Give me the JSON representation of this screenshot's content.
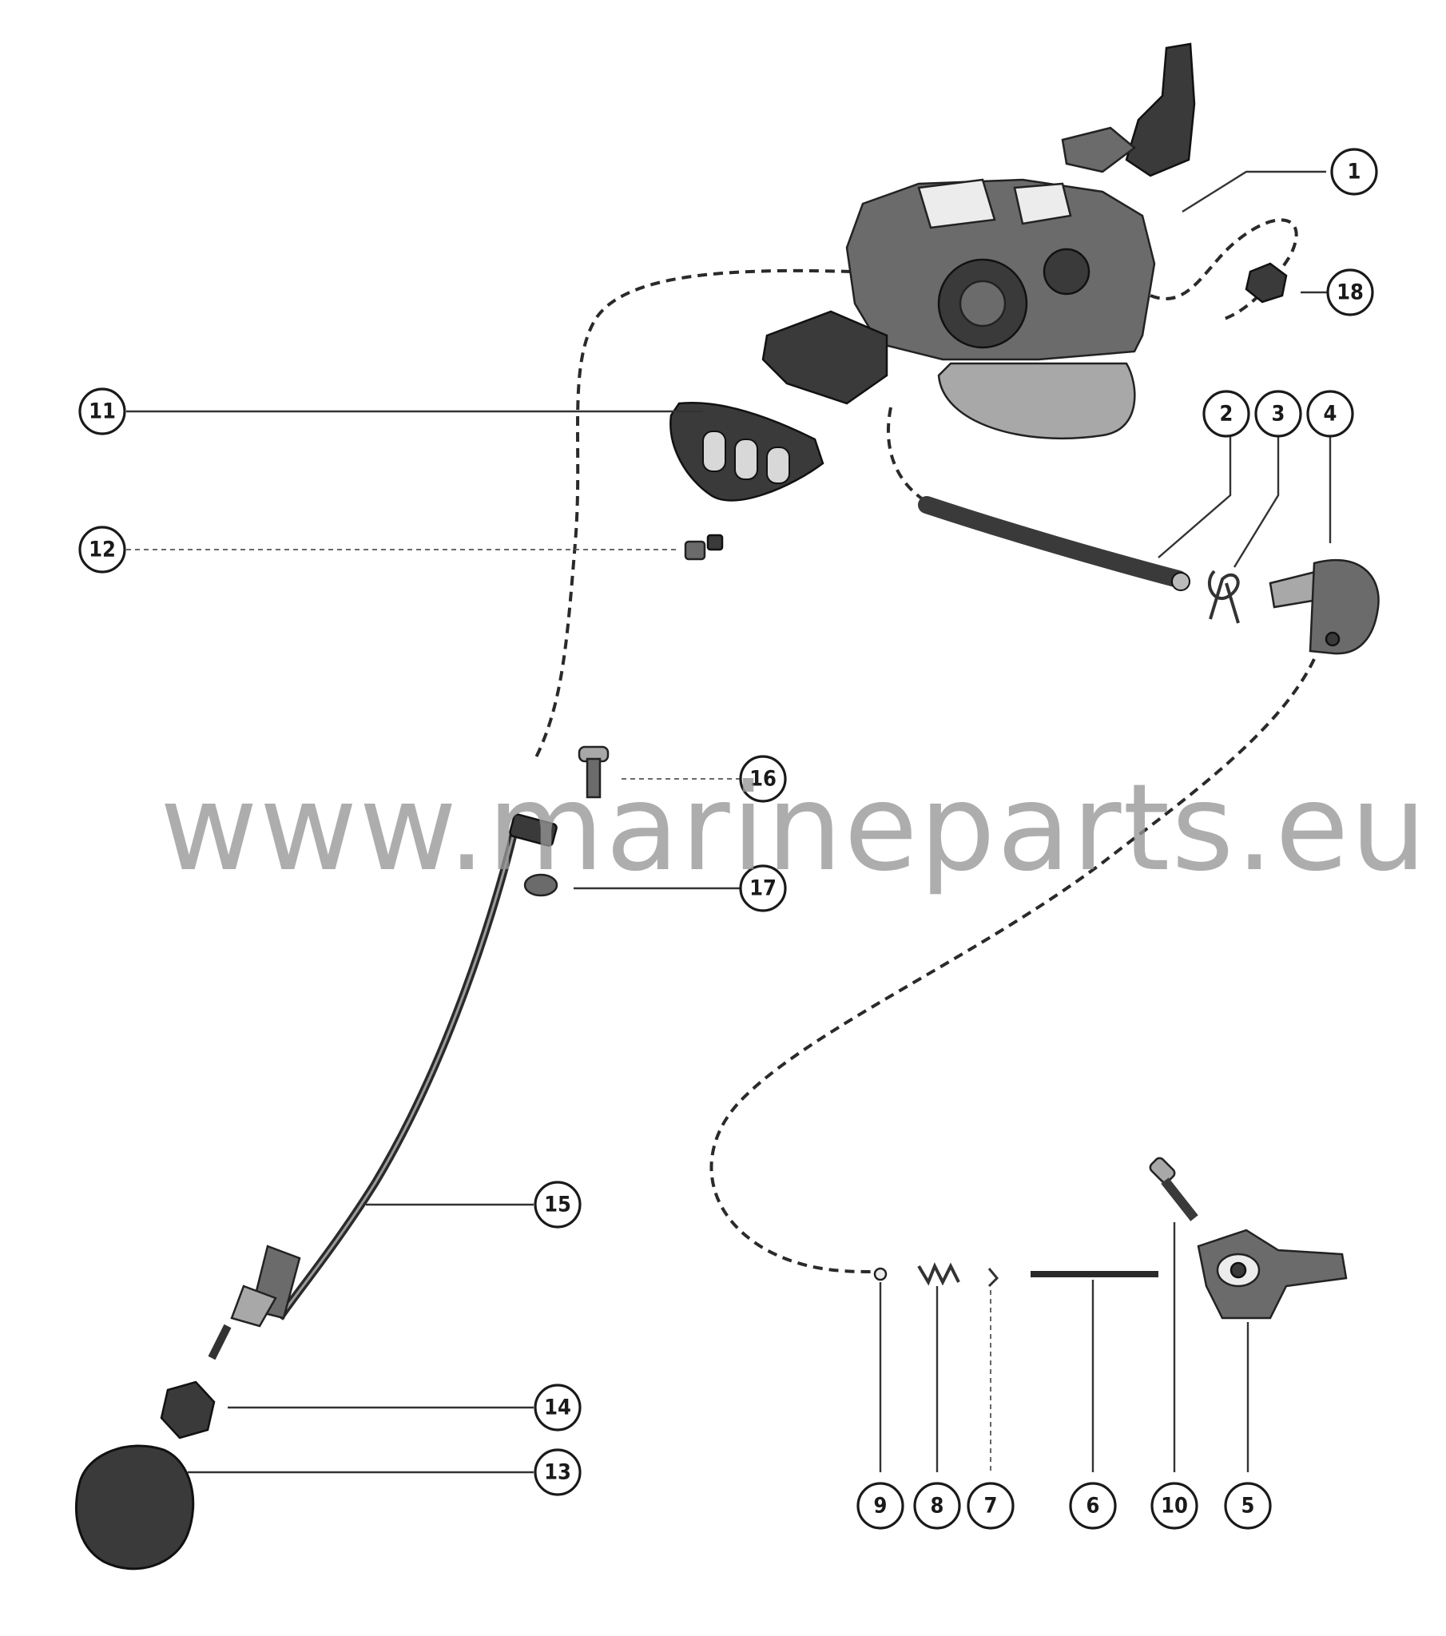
{
  "watermark": "www.marineparts.eu",
  "callouts": [
    "1",
    "2",
    "3",
    "4",
    "5",
    "6",
    "7",
    "8",
    "9",
    "10",
    "11",
    "12",
    "13",
    "14",
    "15",
    "16",
    "17",
    "18"
  ]
}
